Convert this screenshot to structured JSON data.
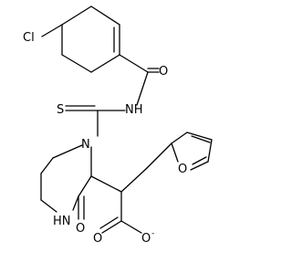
{
  "molecule": {
    "atoms": {
      "cl": "Cl",
      "amide_o": "O",
      "thio_s": "S",
      "amide_nh": "NH",
      "ring_n": "N",
      "furan_o": "O",
      "lactam_nh": "HN",
      "lactam_o": "O",
      "carboxylate_o": "O",
      "carboxylate_o_minus": "O",
      "charge": "-"
    }
  }
}
